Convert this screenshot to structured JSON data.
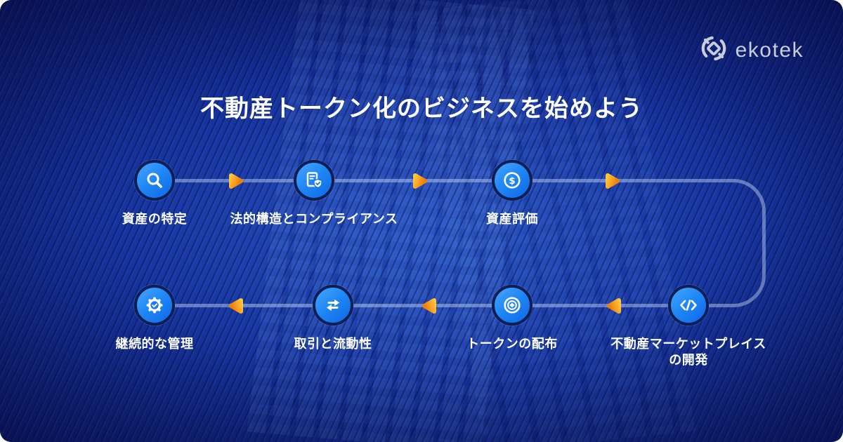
{
  "brand": {
    "name": "ekotek",
    "logo_icon": "ekotek-logo-icon"
  },
  "title": "不動産トークン化のビジネスを始めよう",
  "flow": {
    "nodes": [
      {
        "id": "asset-identification",
        "label": "資産の特定",
        "icon": "search-icon"
      },
      {
        "id": "legal-structure-compliance",
        "label": "法的構造とコンプライアンス",
        "icon": "document-shield-check-icon"
      },
      {
        "id": "asset-valuation",
        "label": "資産評価",
        "icon": "dollar-coin-icon"
      },
      {
        "id": "marketplace-development",
        "label_line1": "不動産マーケットプレイス",
        "label_line2": "の開発",
        "icon": "code-brackets-icon"
      },
      {
        "id": "token-distribution",
        "label": "トークンの配布",
        "icon": "token-target-icon"
      },
      {
        "id": "trading-liquidity",
        "label": "取引と流動性",
        "icon": "exchange-arrows-icon"
      },
      {
        "id": "ongoing-management",
        "label": "継続的な管理",
        "icon": "gear-check-icon"
      }
    ],
    "direction_top_row": "left-to-right",
    "direction_bottom_row": "right-to-left"
  },
  "colors": {
    "background_blue": "#16339e",
    "background_dark": "#0a1257",
    "node_blue": "#1f86f5",
    "node_ring": "#0e1d52",
    "arrow_orange_light": "#ffc53d",
    "arrow_orange_dark": "#f07e07",
    "connector_line": "rgba(215,226,248,0.42)",
    "text_white": "#ffffff",
    "logo_gray": "#c7cdd9"
  }
}
